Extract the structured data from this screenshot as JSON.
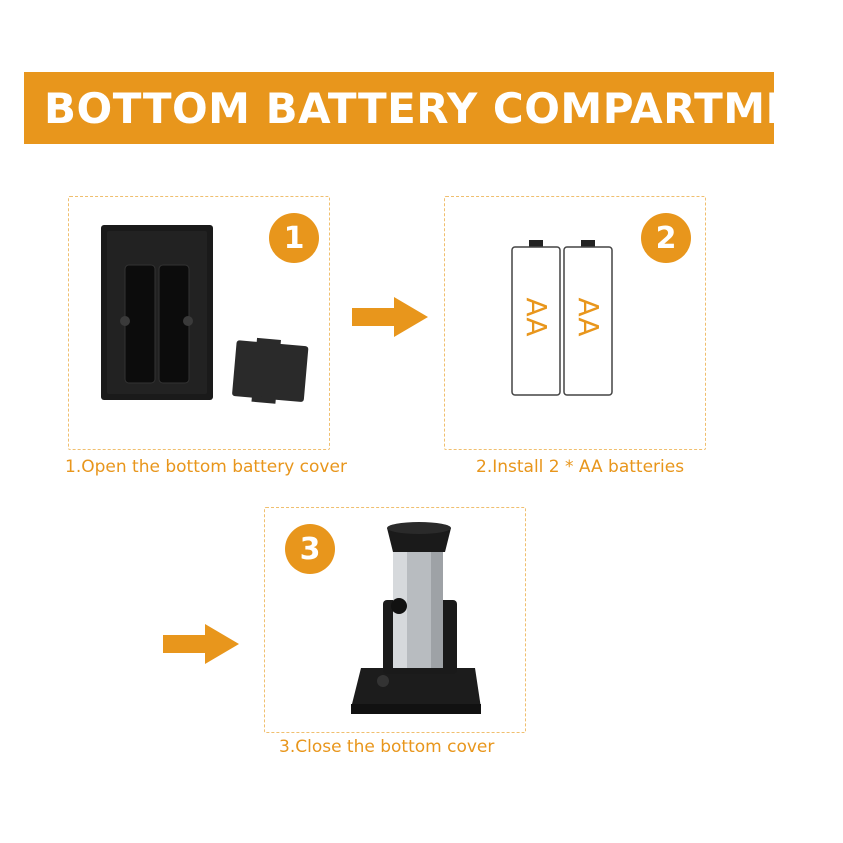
{
  "banner": {
    "title": "BOTTOM BATTERY COMPARTMENT"
  },
  "steps": [
    {
      "number": "1",
      "caption": "1.Open the bottom battery cover"
    },
    {
      "number": "2",
      "caption": "2.Install 2 * AA batteries",
      "battery_label": "AA"
    },
    {
      "number": "3",
      "caption": "3.Close the bottom cover"
    }
  ],
  "colors": {
    "accent": "#e8961c",
    "panel_border": "#f0bf6f",
    "device_dark": "#1a1a1a",
    "steel": "#b8bcc0"
  }
}
